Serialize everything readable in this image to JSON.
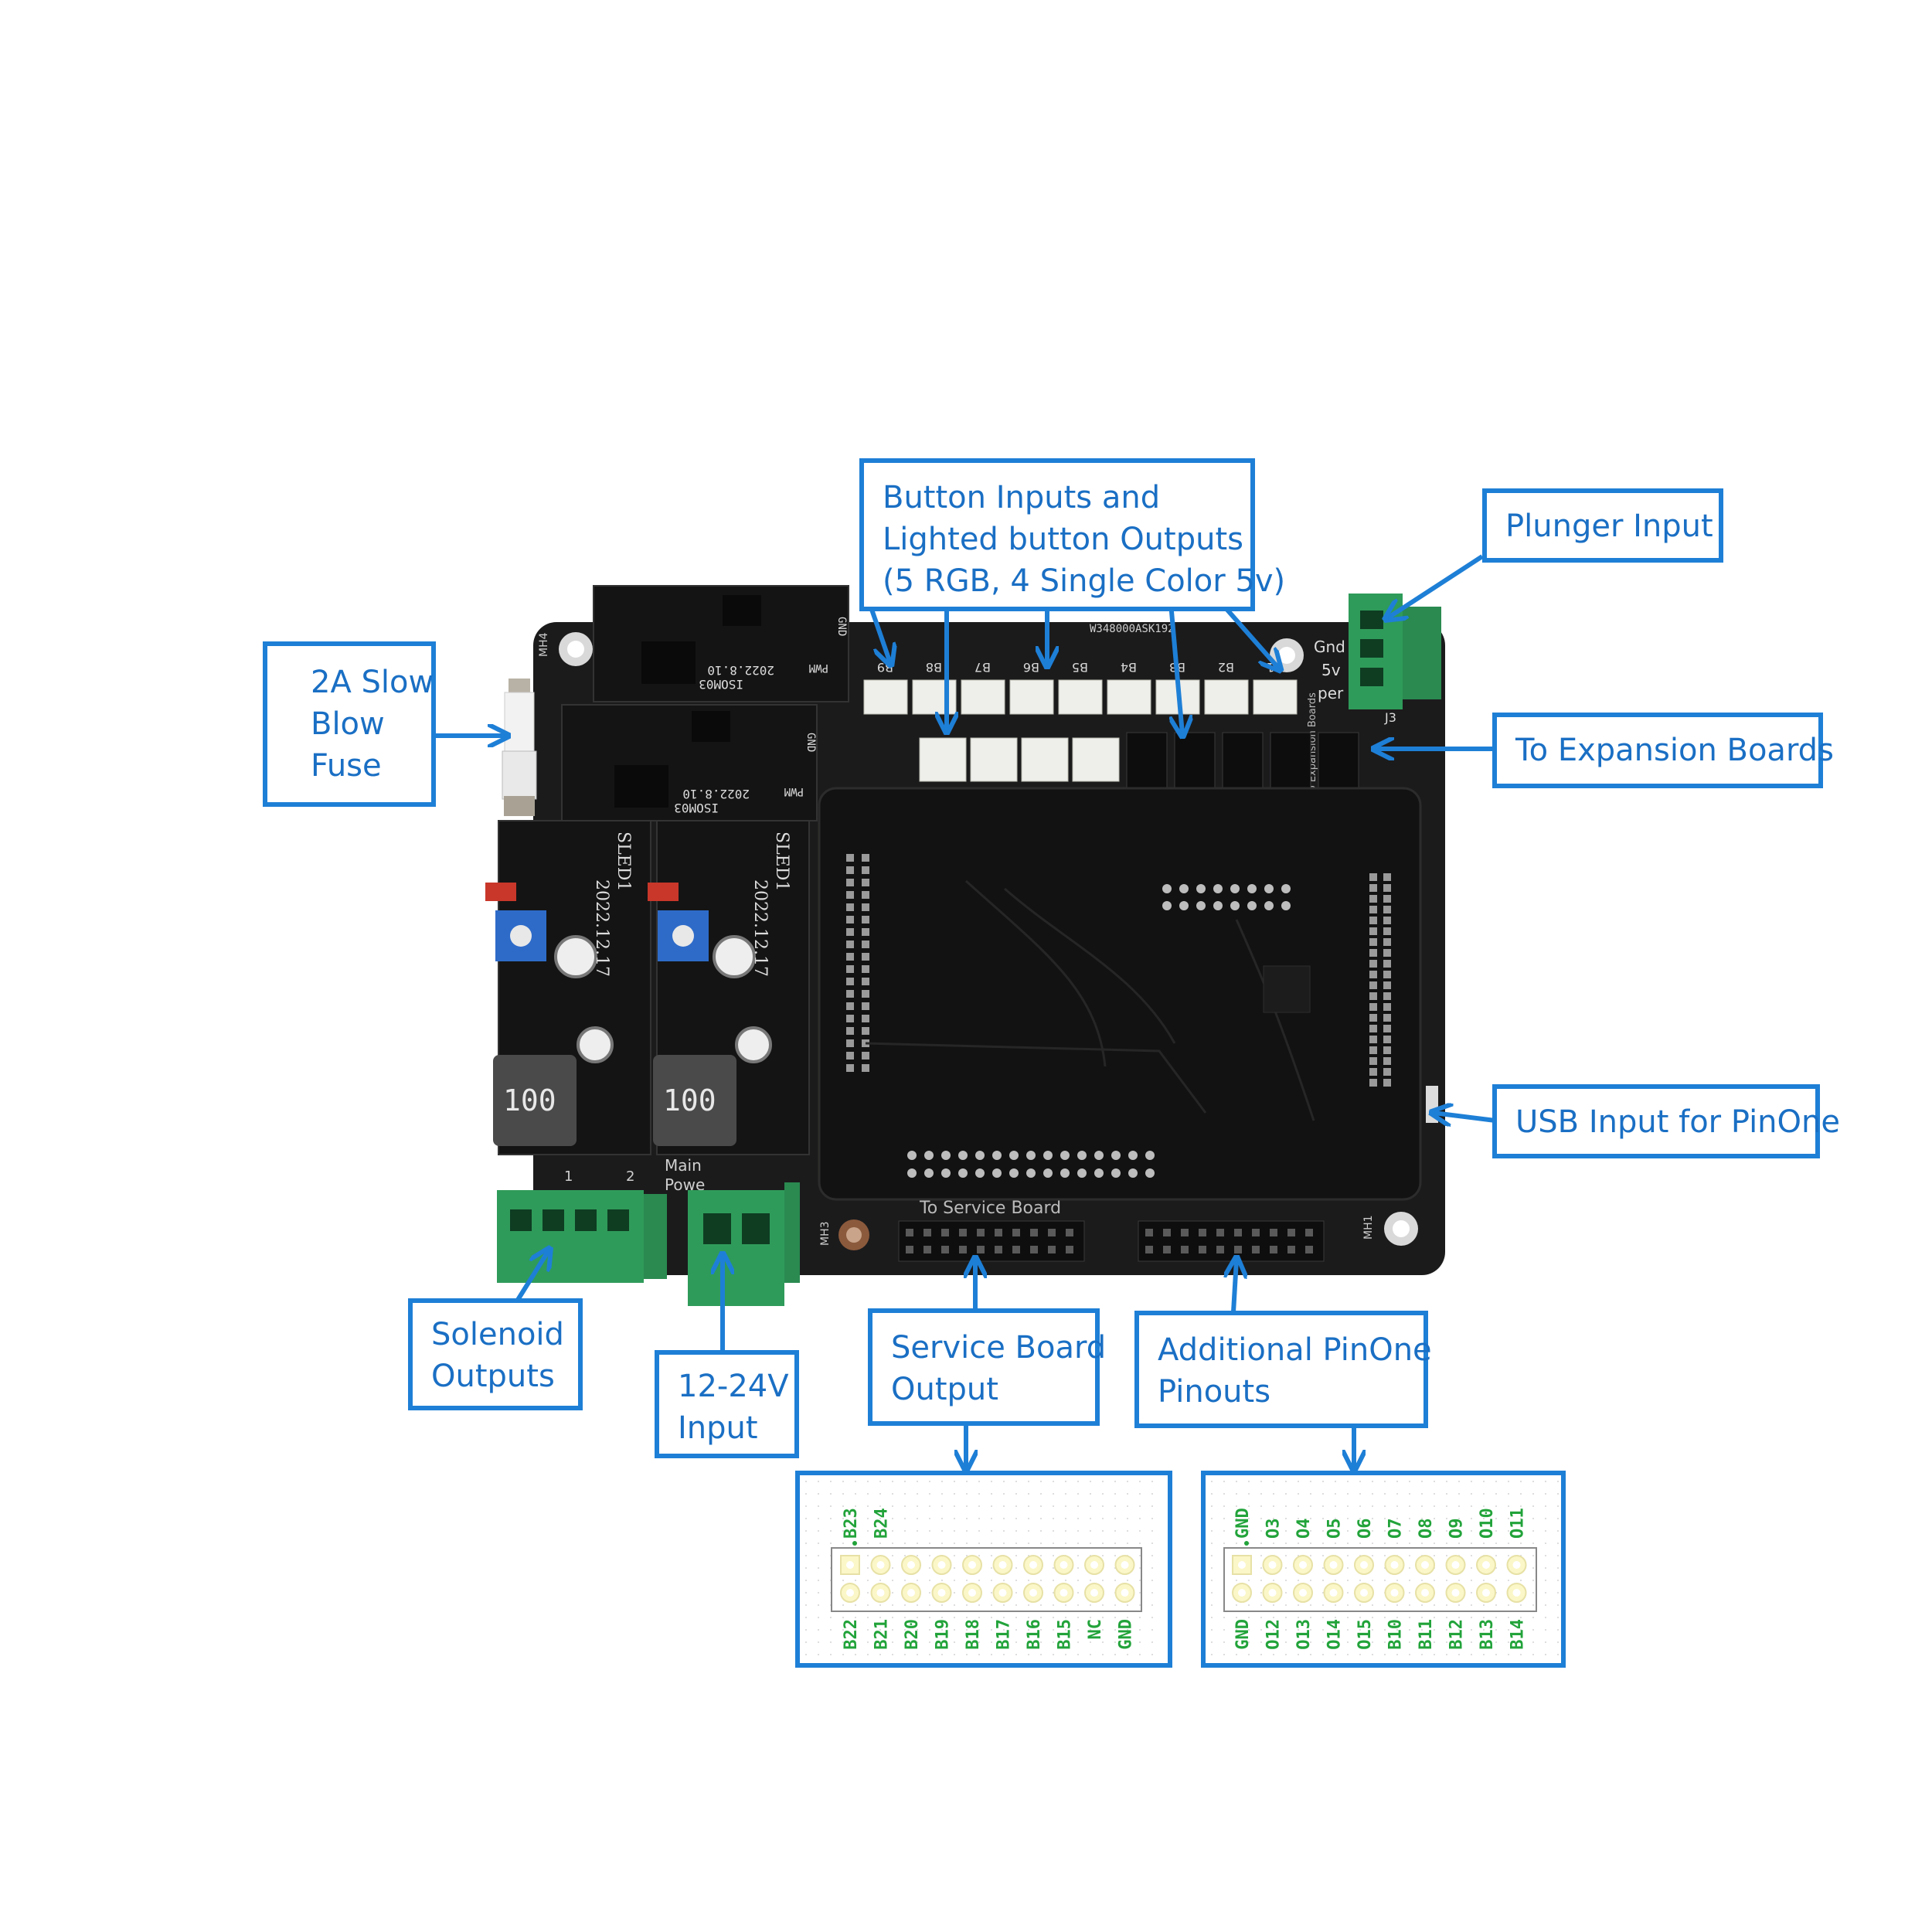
{
  "callouts": {
    "buttons": [
      "Button Inputs and",
      "Lighted button Outputs",
      "(5 RGB, 4 Single Color 5v)"
    ],
    "plunger": [
      "Plunger Input"
    ],
    "fuse": [
      "2A Slow",
      "Blow",
      "Fuse"
    ],
    "expansion": [
      "To Expansion Boards"
    ],
    "usb": [
      "USB Input for PinOne"
    ],
    "solenoid": [
      "Solenoid",
      "Outputs"
    ],
    "power_in": [
      "12-24V",
      "Input"
    ],
    "service": [
      "Service Board",
      "Output"
    ],
    "pinouts": [
      "Additional PinOne",
      "Pinouts"
    ]
  },
  "board": {
    "silkscreen": {
      "part_code": "W348000ASK192",
      "gnd": "Gnd",
      "v5": "5v",
      "plunger": "per",
      "j3": "J3",
      "expansion": "To Expansion Boards",
      "main_power_1": "Main",
      "main_power_2": "Powe",
      "service_board": "To Service Board",
      "mh1": "MH1",
      "mh3": "MH3",
      "mh4": "MH4",
      "channel_1": "1",
      "channel_2": "2"
    },
    "button_labels_top": [
      "B9",
      "B8",
      "B7",
      "B6",
      "B5",
      "B4",
      "B3",
      "B2",
      "B1"
    ],
    "module_text": {
      "led_board": "SLED1",
      "led_date": "2022.12.17",
      "inductor": "100",
      "mosfet_board": "ISOM03",
      "mosfet_date": "2022.8.10",
      "pwm": "PWM",
      "gnd": "GND"
    }
  },
  "service_header": {
    "top": [
      "B23",
      "B24"
    ],
    "bottom": [
      "B22",
      "B21",
      "B20",
      "B19",
      "B18",
      "B17",
      "B16",
      "B15",
      "NC",
      "GND"
    ]
  },
  "pinone_header": {
    "top": [
      "GND",
      "O3",
      "O4",
      "O5",
      "O6",
      "O7",
      "O8",
      "O9",
      "O10",
      "O11"
    ],
    "bottom": [
      "GND",
      "O12",
      "O13",
      "O14",
      "O15",
      "B10",
      "B11",
      "B12",
      "B13",
      "B14"
    ]
  },
  "colors": {
    "callout_border": "#1e7fd6",
    "callout_text": "#1a6fc4",
    "pcb": "#1b1b1c",
    "terminal_green": "#2f9b5a",
    "connector_white": "#eeeeea",
    "pin_label_green": "#22a33a",
    "pad_yellow": "#fbf7c8"
  }
}
